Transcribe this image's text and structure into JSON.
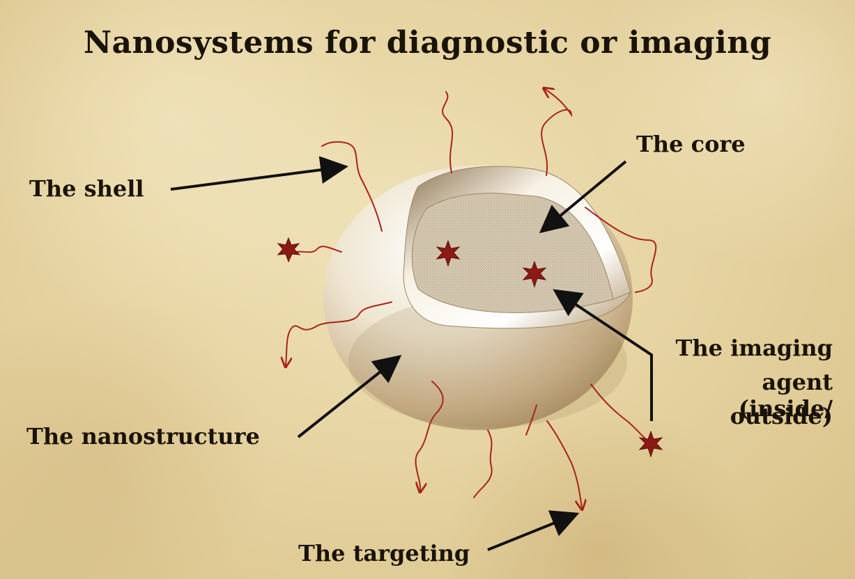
{
  "slide": {
    "title": "Nanosystems for diagnostic or imaging"
  },
  "labels": {
    "shell": "The shell",
    "core": "The core",
    "imaging_line1": "The imaging",
    "imaging_line2": "agent (inside/",
    "imaging_line3": "outside)",
    "nanostructure": "The nanostructure",
    "targeting": "The targeting"
  },
  "colors": {
    "ligand": "#a8231c",
    "agent": "#8b1a14",
    "arrow": "#111111"
  }
}
